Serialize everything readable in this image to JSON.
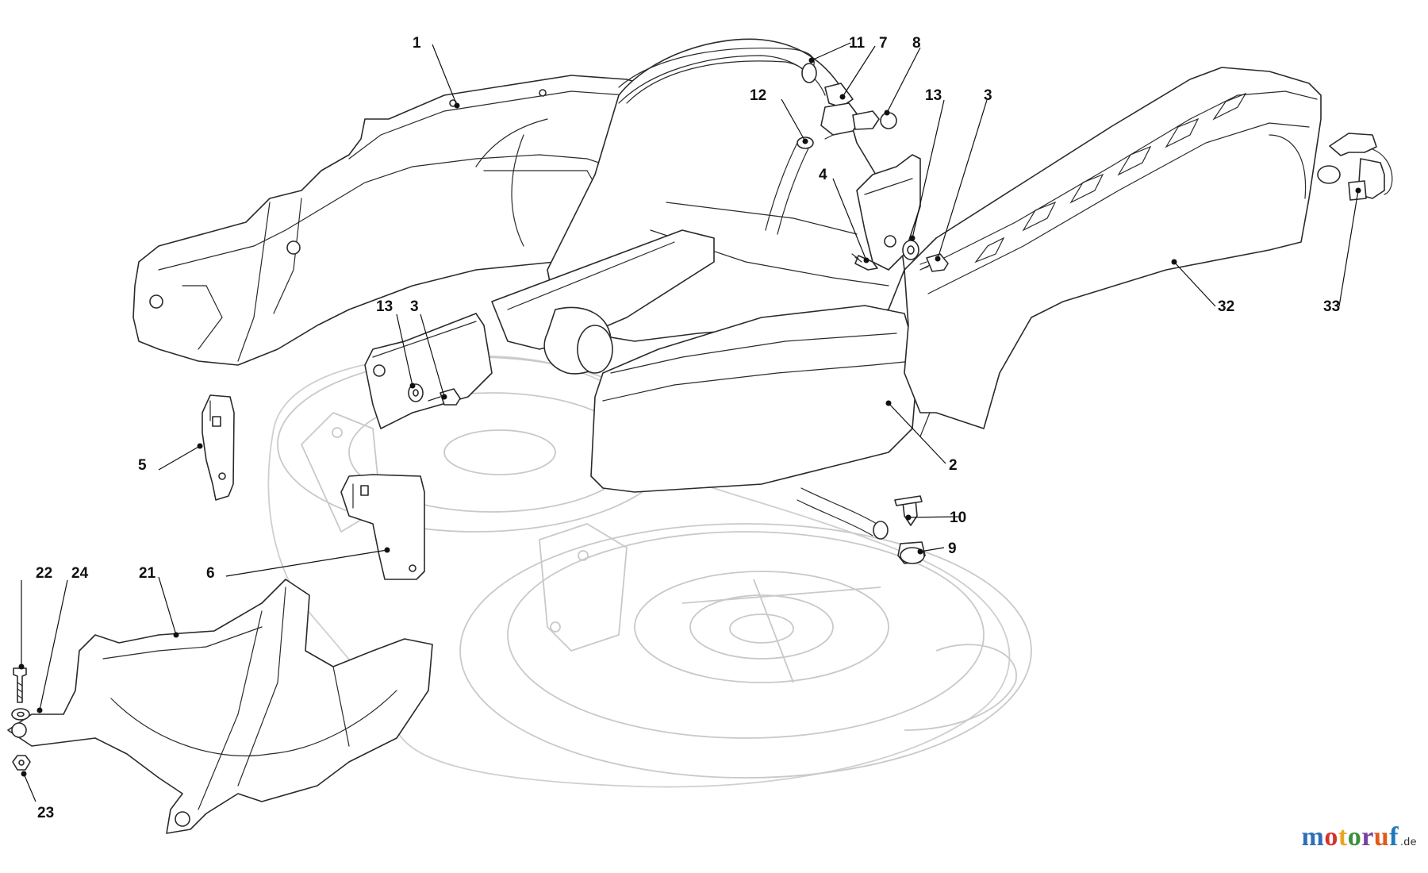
{
  "labels": {
    "p1": "1",
    "p2": "2",
    "p3a": "3",
    "p3b": "3",
    "p4": "4",
    "p5": "5",
    "p6": "6",
    "p7": "7",
    "p8": "8",
    "p9": "9",
    "p10": "10",
    "p11": "11",
    "p12": "12",
    "p13a": "13",
    "p13b": "13",
    "p21": "21",
    "p22": "22",
    "p23": "23",
    "p24": "24",
    "p32": "32",
    "p33": "33"
  },
  "watermark": {
    "letters": [
      "m",
      "o",
      "t",
      "o",
      "r",
      "u",
      "f"
    ],
    "letter_colors": [
      "#2e6fb7",
      "#d6322c",
      "#e9a521",
      "#3b8f3b",
      "#7a3fa0",
      "#e05a1c",
      "#1f7ab8"
    ],
    "suffix": ".de"
  }
}
